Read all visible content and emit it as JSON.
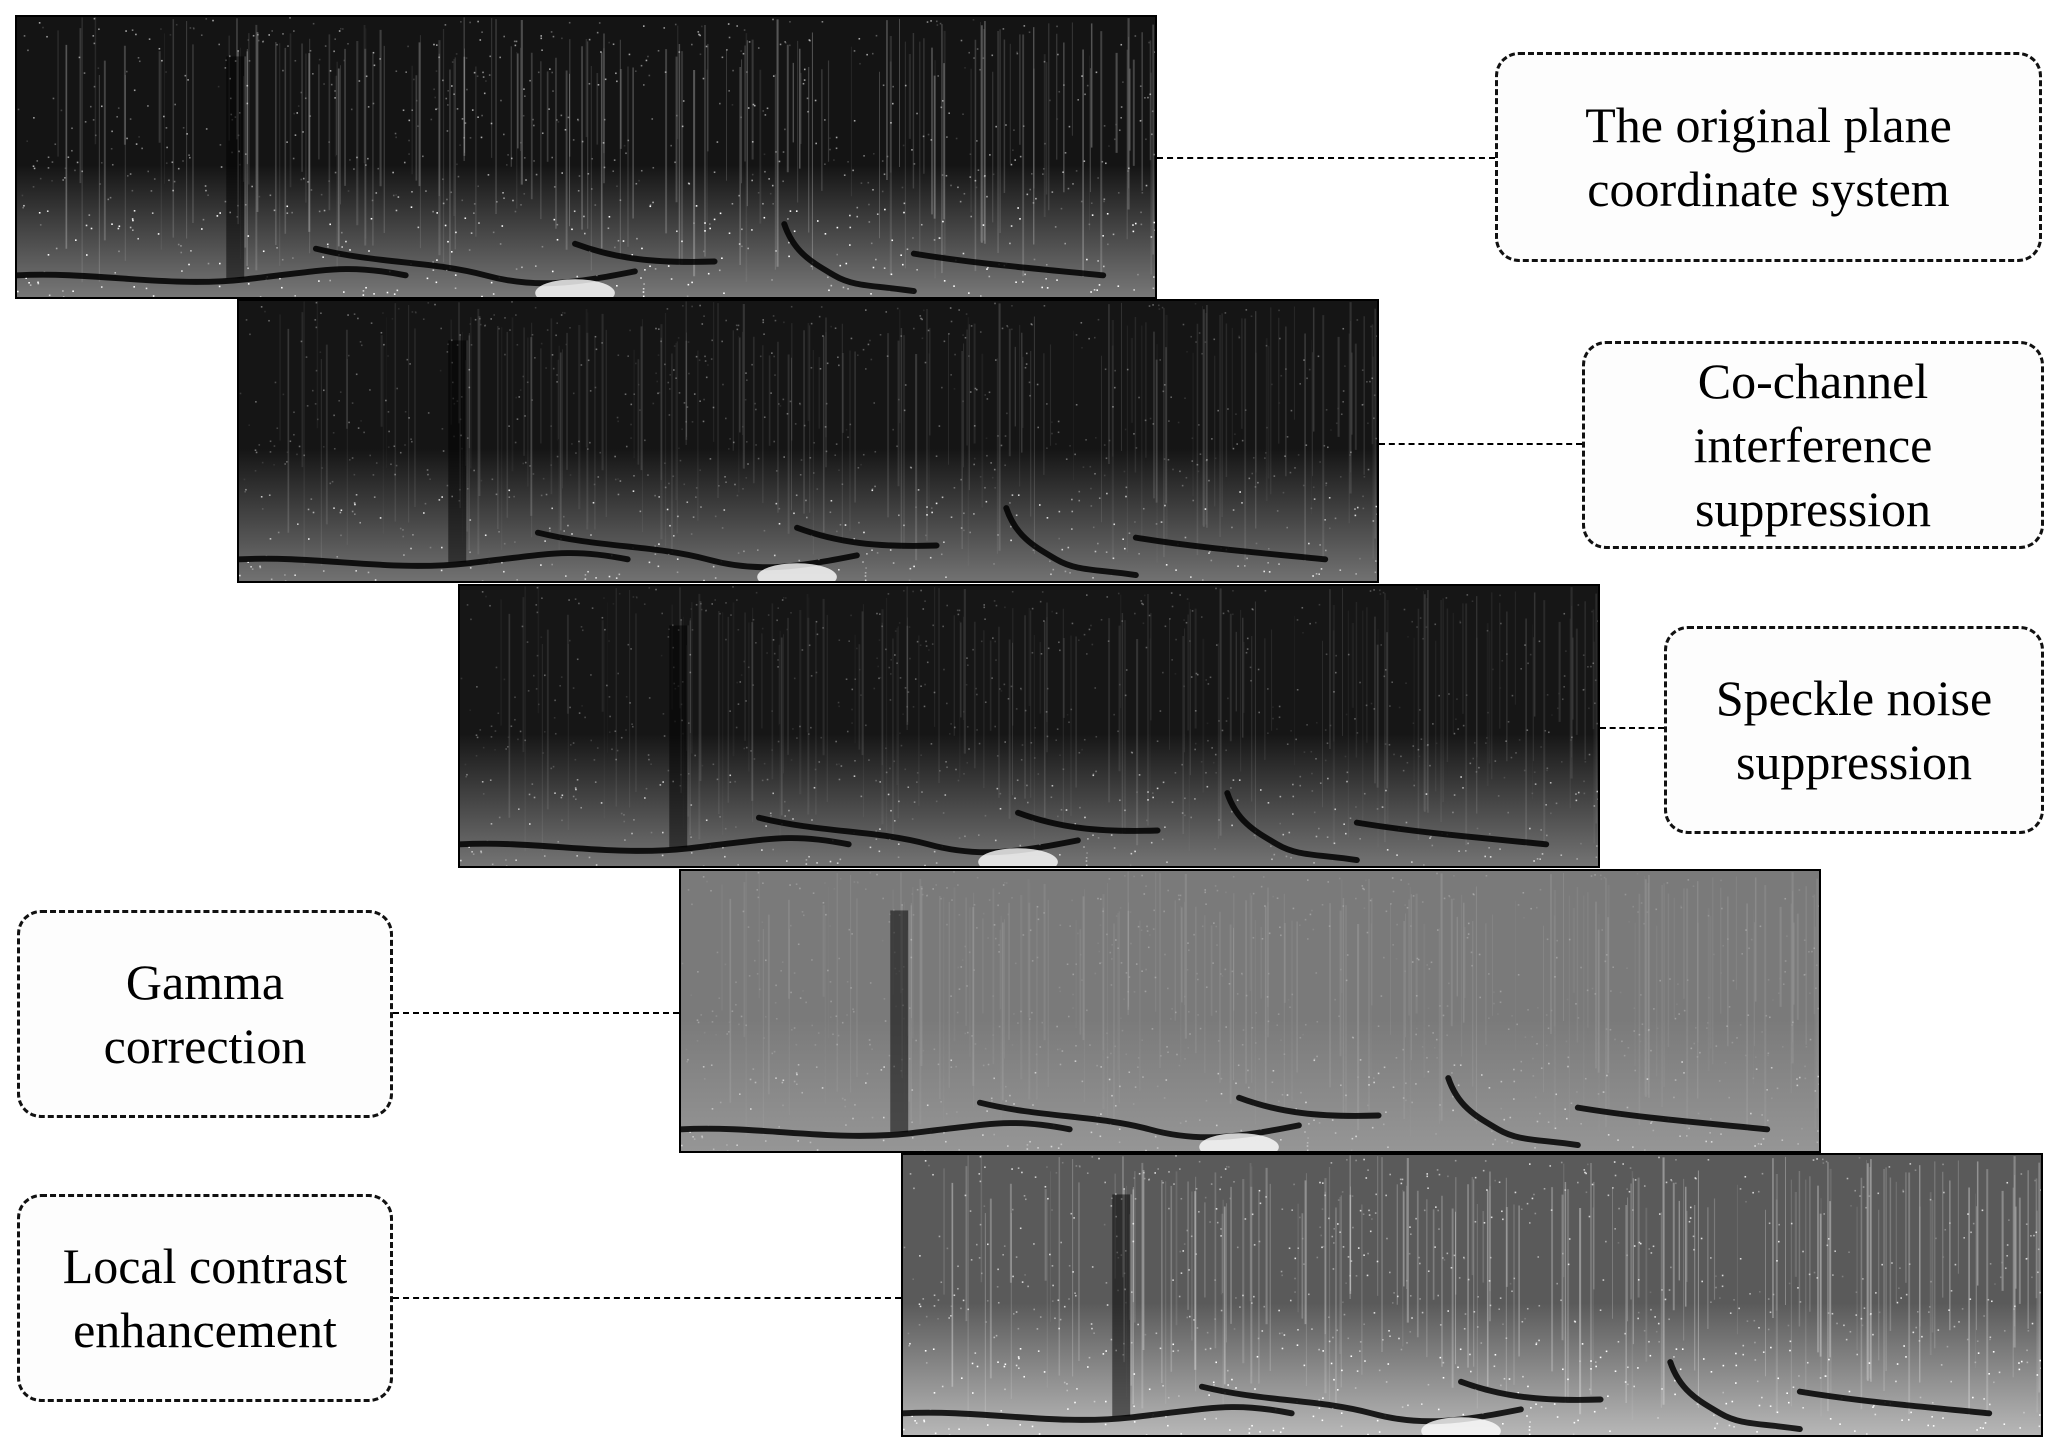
{
  "steps": [
    {
      "label_lines": [
        "The original plane",
        "coordinate system"
      ],
      "stage": "original"
    },
    {
      "label_lines": [
        "Co-channel",
        "interference",
        "suppression"
      ],
      "stage": "cochannel"
    },
    {
      "label_lines": [
        "Speckle noise",
        "suppression"
      ],
      "stage": "speckle"
    },
    {
      "label_lines": [
        "Gamma",
        "correction"
      ],
      "stage": "gamma"
    },
    {
      "label_lines": [
        "Local contrast",
        "enhancement"
      ],
      "stage": "local-contrast"
    }
  ]
}
